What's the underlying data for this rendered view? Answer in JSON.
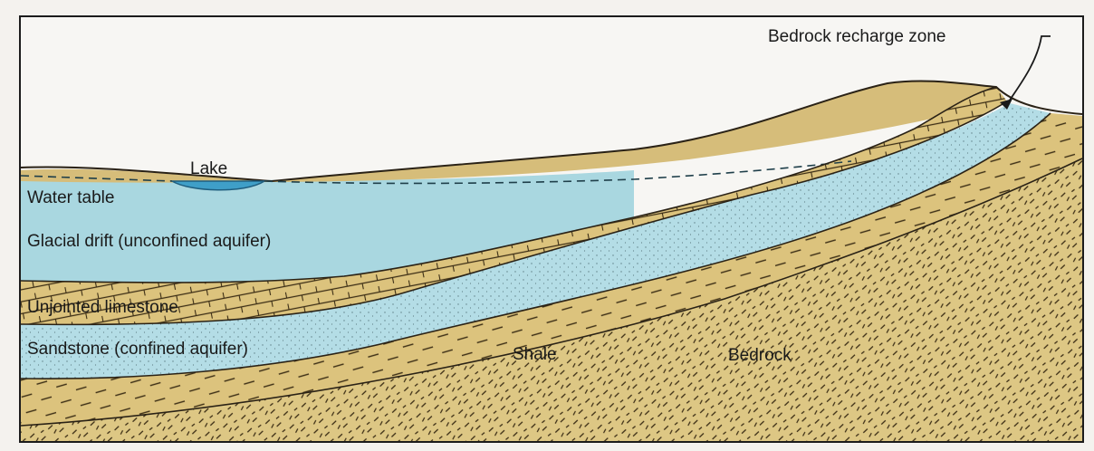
{
  "labels": {
    "recharge_zone": "Bedrock recharge zone",
    "lake": "Lake",
    "water_table": "Water table",
    "glacial_drift": "Glacial drift  (unconfined aquifer)",
    "unjointed_limestone": "Unjointed limestone",
    "sandstone": "Sandstone (confined aquifer)",
    "shale": "Shale",
    "bedrock": "Bedrock"
  },
  "colors": {
    "page_background": "#f4f2ee",
    "drift_tan": "#d9c07a",
    "groundwater_blue": "#a9d7e0",
    "sandstone_blue": "#b4dde6",
    "lake_blue": "#3f9fc8",
    "sky_white": "#f7f6f3",
    "linework": "#2a2216"
  }
}
